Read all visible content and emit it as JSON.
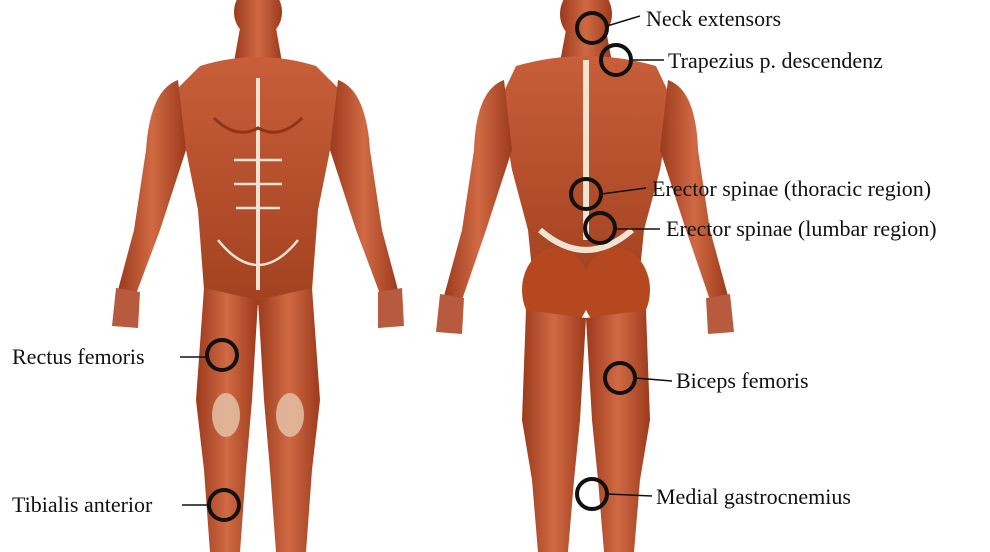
{
  "labels": {
    "rectus_femoris": "Rectus femoris",
    "tibialis_anterior": "Tibialis anterior",
    "neck_extensors": "Neck extensors",
    "trapezius": "Trapezius p. descendenz",
    "erector_thoracic": "Erector spinae (thoracic region)",
    "erector_lumbar": "Erector spinae (lumbar region)",
    "biceps_femoris": "Biceps femoris",
    "medial_gastrocnemius": "Medial gastrocnemius"
  },
  "colors": {
    "muscle": "#b84a2a",
    "muscle_dark": "#8f3418",
    "muscle_light": "#d77752",
    "tendon": "#efe3d3",
    "marker": "#111111"
  }
}
